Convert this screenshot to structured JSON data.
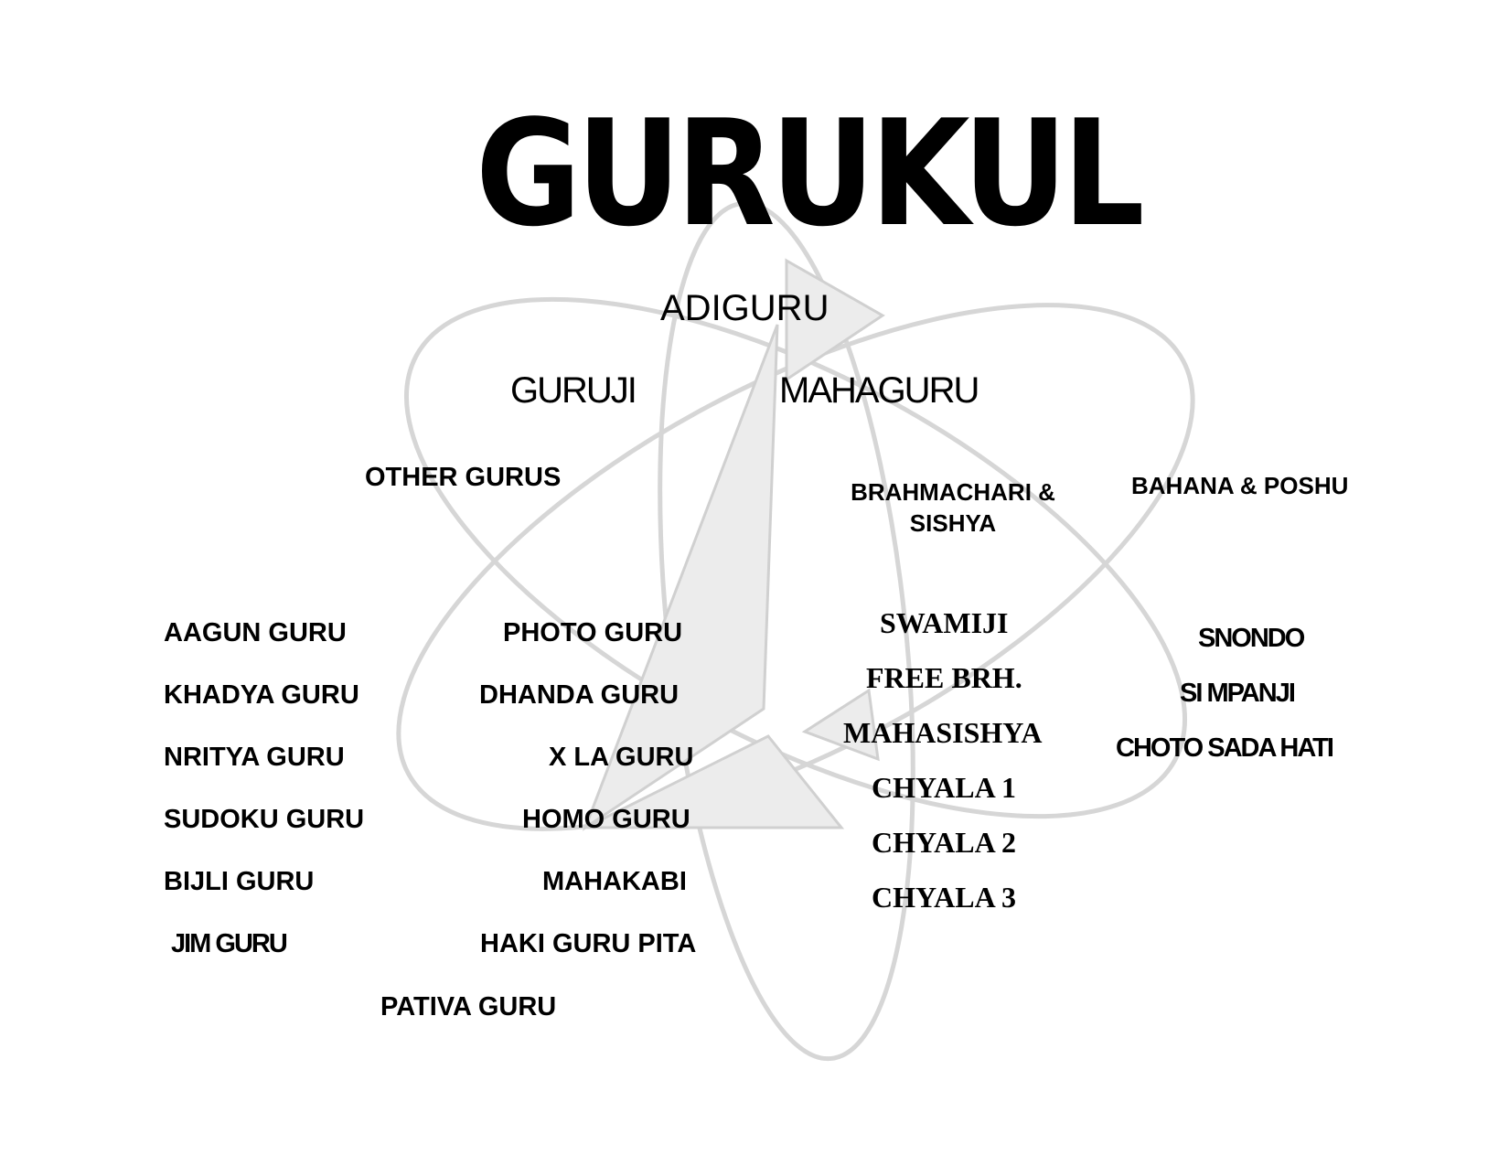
{
  "title": "GURUKUL",
  "hierarchy": {
    "root": "ADIGURU",
    "level1": [
      "GURUJI",
      "MAHAGURU"
    ],
    "groups": {
      "other_gurus": "OTHER GURUS",
      "brahmachari_line1": "BRAHMACHARI &",
      "brahmachari_line2": "SISHYA",
      "bahana": "BAHANA & POSHU"
    },
    "other_gurus_left": [
      "AAGUN GURU",
      "KHADYA GURU",
      "NRITYA GURU",
      "SUDOKU GURU",
      "BIJLI GURU",
      "JIM GURU"
    ],
    "other_gurus_right": [
      "PHOTO GURU",
      "DHANDA GURU",
      "X LA GURU",
      "HOMO GURU",
      "MAHAKABI",
      "HAKI GURU PITA"
    ],
    "other_gurus_bottom": "PATIVA GURU",
    "brahmachari_members": [
      "SWAMIJI",
      "FREE BRH.",
      "MAHASISHYA",
      "CHYALA 1",
      "CHYALA 2",
      "CHYALA 3"
    ],
    "bahana_members": [
      "SNONDO",
      "SI MPANJI",
      "CHOTO SADA HATI"
    ]
  },
  "colors": {
    "text": "#000000",
    "watermark_stroke": "#d6d6d6",
    "watermark_fill": "#ececec",
    "background": "#ffffff"
  }
}
